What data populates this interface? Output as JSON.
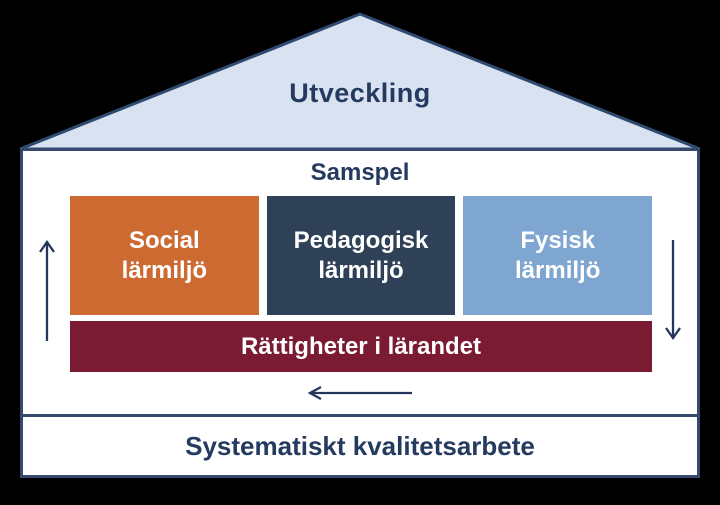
{
  "diagram": {
    "title_roof": "Utveckling",
    "interior_label": "Samspel",
    "boxes": [
      {
        "label": "Social\nlärmiljö",
        "color": "#CC6A31"
      },
      {
        "label": "Pedagogisk\nlärmiljö",
        "color": "#2E4156"
      },
      {
        "label": "Fysisk\nlärmiljö",
        "color": "#7EA6D0"
      }
    ],
    "rights_bar": {
      "label": "Rättigheter i lärandet",
      "color": "#7A1B33"
    },
    "foundation": {
      "label": "Systematiskt kvalitetsarbete"
    },
    "roof": {
      "fill": "#D9E2F1",
      "border": "#2E4A6E"
    },
    "arrows": {
      "color": "#24365C"
    },
    "text_color": "#243A5E",
    "outline_color": "#36486B",
    "background_color": "#000000"
  }
}
